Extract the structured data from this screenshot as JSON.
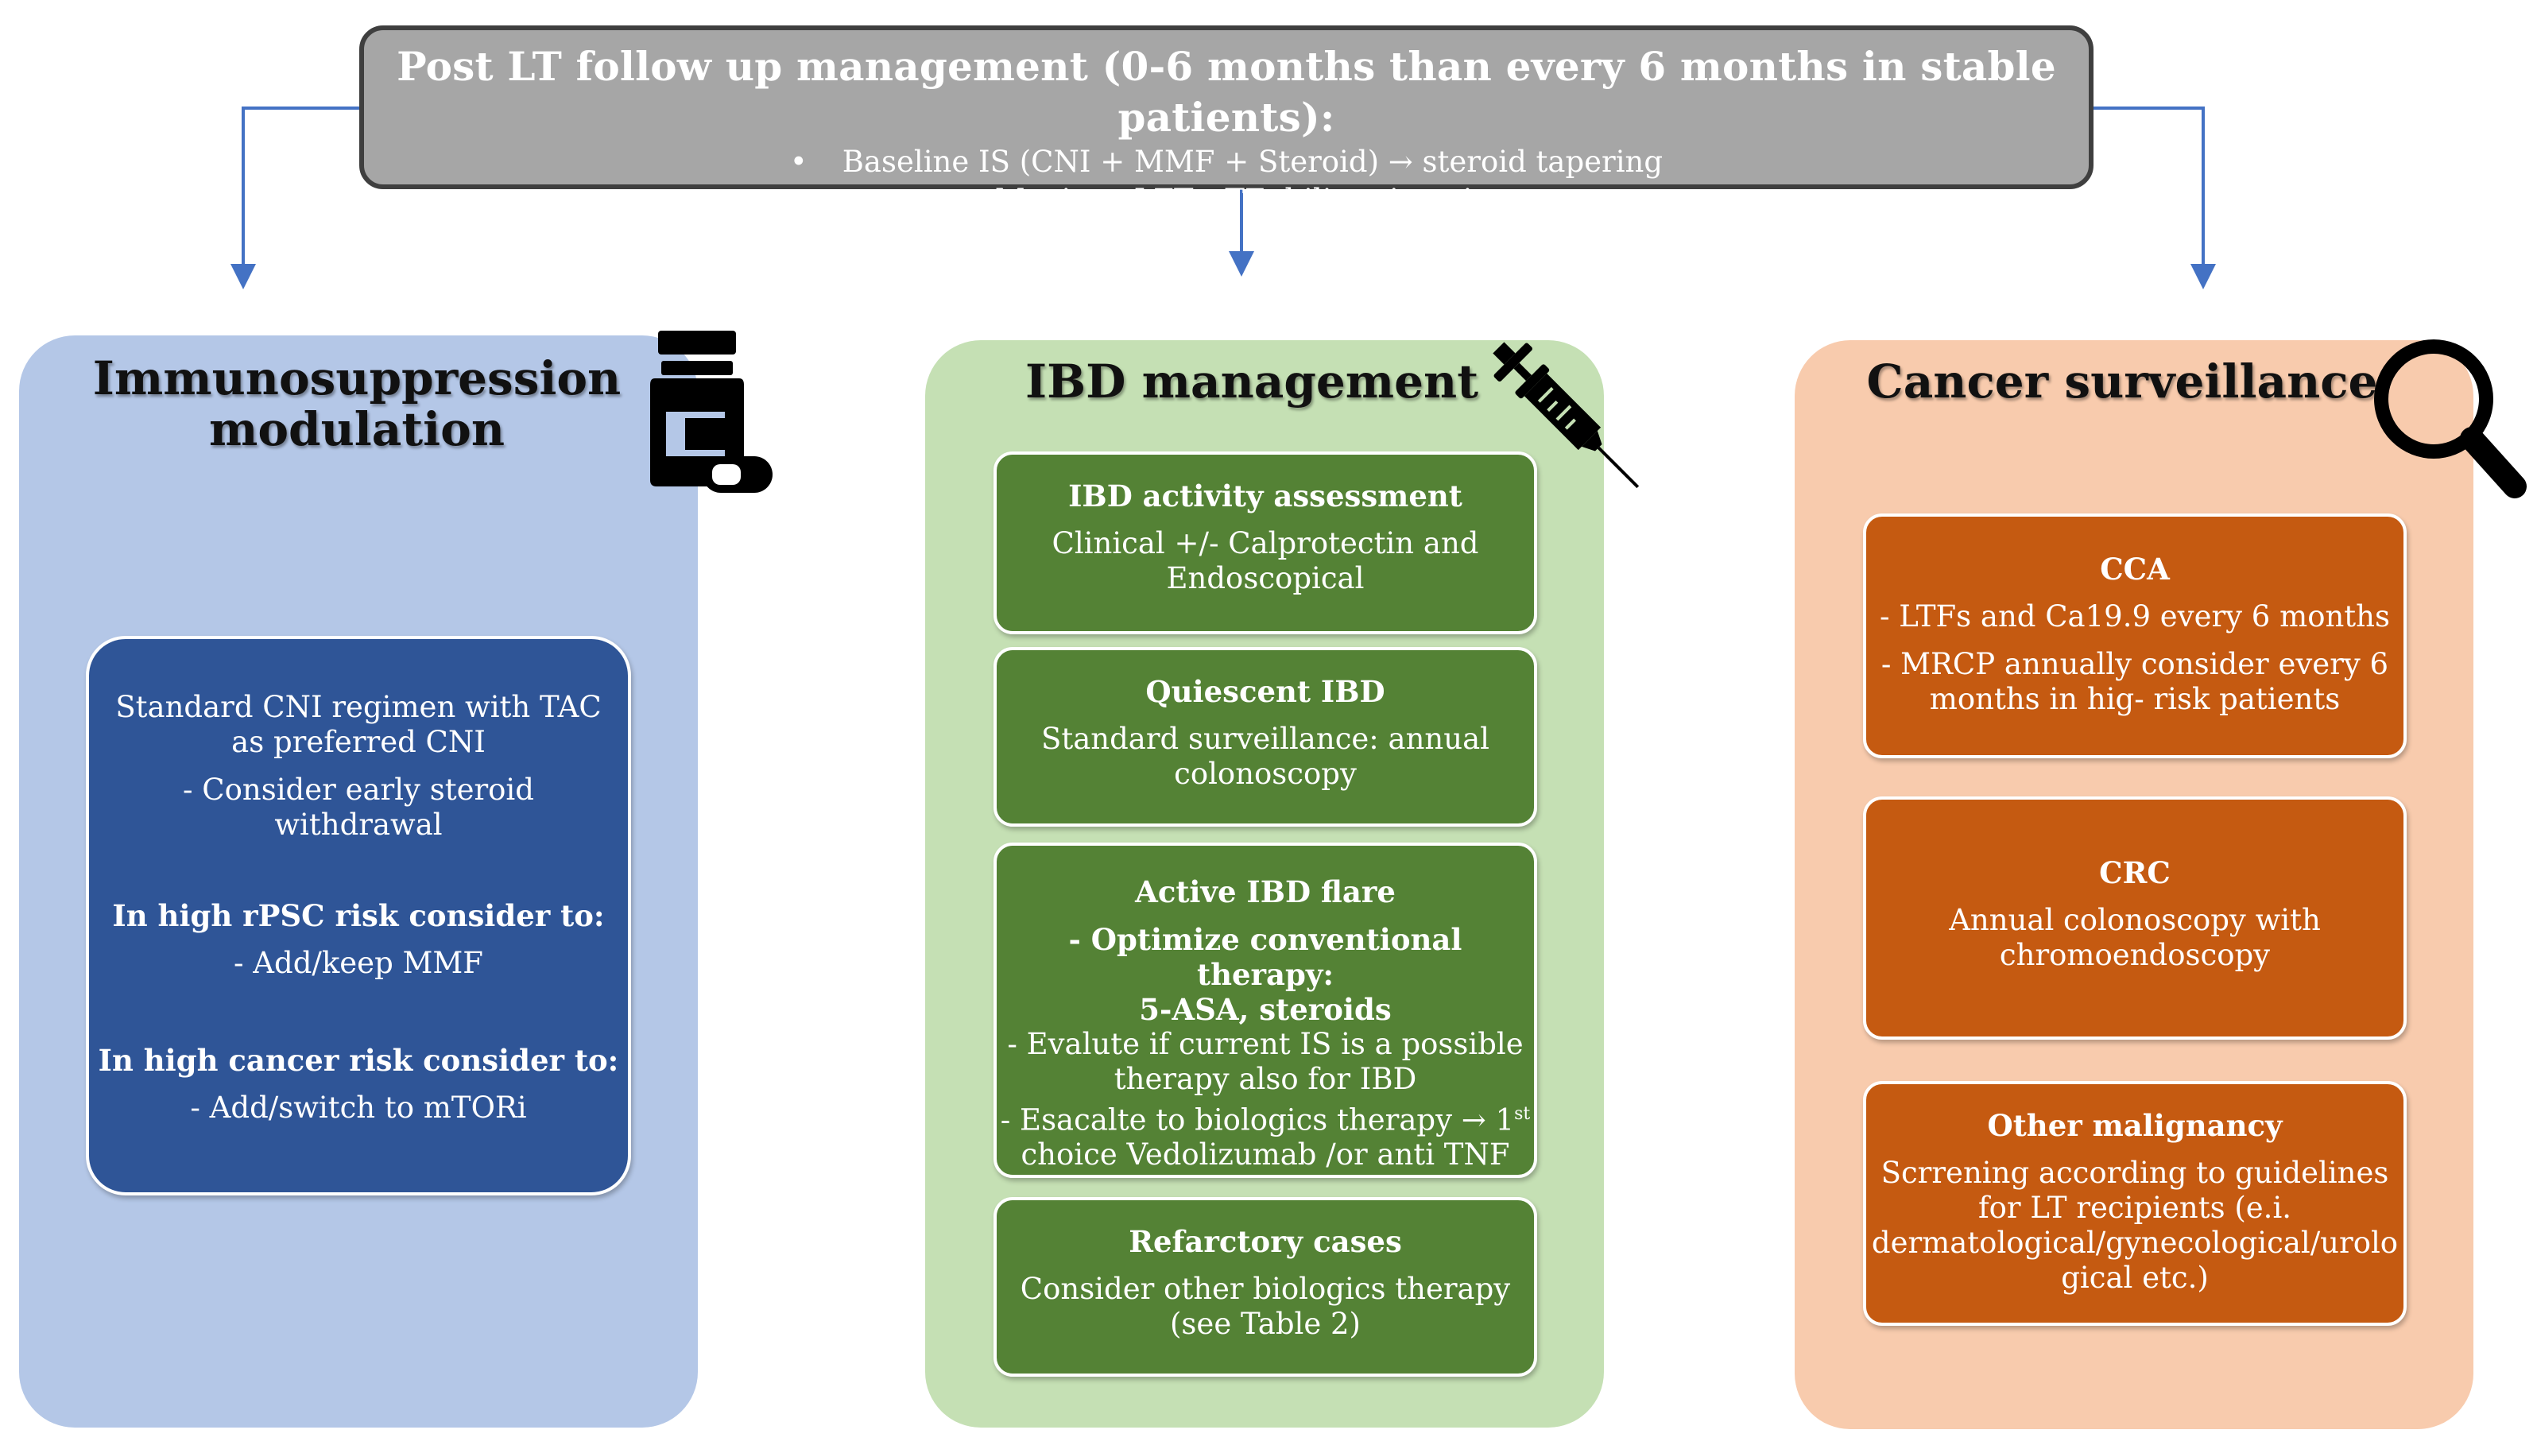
{
  "header": {
    "title": "Post LT follow up management (0-6 months than every 6 months in stable patients):",
    "bullets": [
      "Baseline IS (CNI + MMF + Steroid) → steroid tapering",
      "Monitor: LFTs, TE, biliary imaging"
    ]
  },
  "columns": {
    "immuno": {
      "title_line1": "Immunosuppression",
      "title_line2": "modulation",
      "icon": "pill-bottle-icon",
      "box": {
        "lines": [
          "Standard CNI regimen with TAC",
          "as preferred CNI",
          "- Consider early steroid",
          "withdrawal",
          "In high rPSC risk consider to:",
          "- Add/keep MMF",
          "In high cancer risk consider to:",
          "- Add/switch to mTORi"
        ]
      }
    },
    "ibd": {
      "title": "IBD management",
      "icon": "syringe-icon",
      "boxes": [
        {
          "heading": "IBD activity assessment",
          "lines": [
            "Clinical +/- Calprotectin and",
            "Endoscopical"
          ]
        },
        {
          "heading": "Quiescent IBD",
          "lines": [
            "Standard surveillance: annual",
            "colonoscopy"
          ]
        },
        {
          "heading": "Active IBD flare",
          "lines": [
            "- Optimize conventional therapy:",
            "5-ASA, steroids",
            "- Evalute if current IS is a possible",
            "therapy also for IBD",
            "- Esacalte to biologics therapy → 1",
            "st",
            "choice Vedolizumab /or anti TNF"
          ]
        },
        {
          "heading": "Refarctory cases",
          "lines": [
            "Consider other biologics therapy",
            "(see Table 2)"
          ]
        }
      ]
    },
    "cancer": {
      "title": "Cancer surveillance",
      "icon": "magnifier-icon",
      "boxes": [
        {
          "heading": "CCA",
          "lines": [
            "- LTFs and Ca19.9 every 6 months",
            "- MRCP annually consider every 6",
            "months in hig- risk patients"
          ]
        },
        {
          "heading": "CRC",
          "lines": [
            "Annual colonoscopy with",
            "chromoendoscopy"
          ]
        },
        {
          "heading": "Other malignancy",
          "lines": [
            "Scrrening according to guidelines",
            "for LT recipients (e.i.",
            "dermatological/gynecological/urolo",
            "gical etc.)"
          ]
        }
      ]
    }
  },
  "colors": {
    "header_fill": "#a6a6a6",
    "immuno_bg": "#b4c7e7",
    "immuno_box": "#2f5597",
    "ibd_bg": "#c5e0b4",
    "ibd_box": "#548235",
    "cancer_bg": "#f8cbad",
    "cancer_box": "#c55a11",
    "arrow": "#4472c4"
  }
}
